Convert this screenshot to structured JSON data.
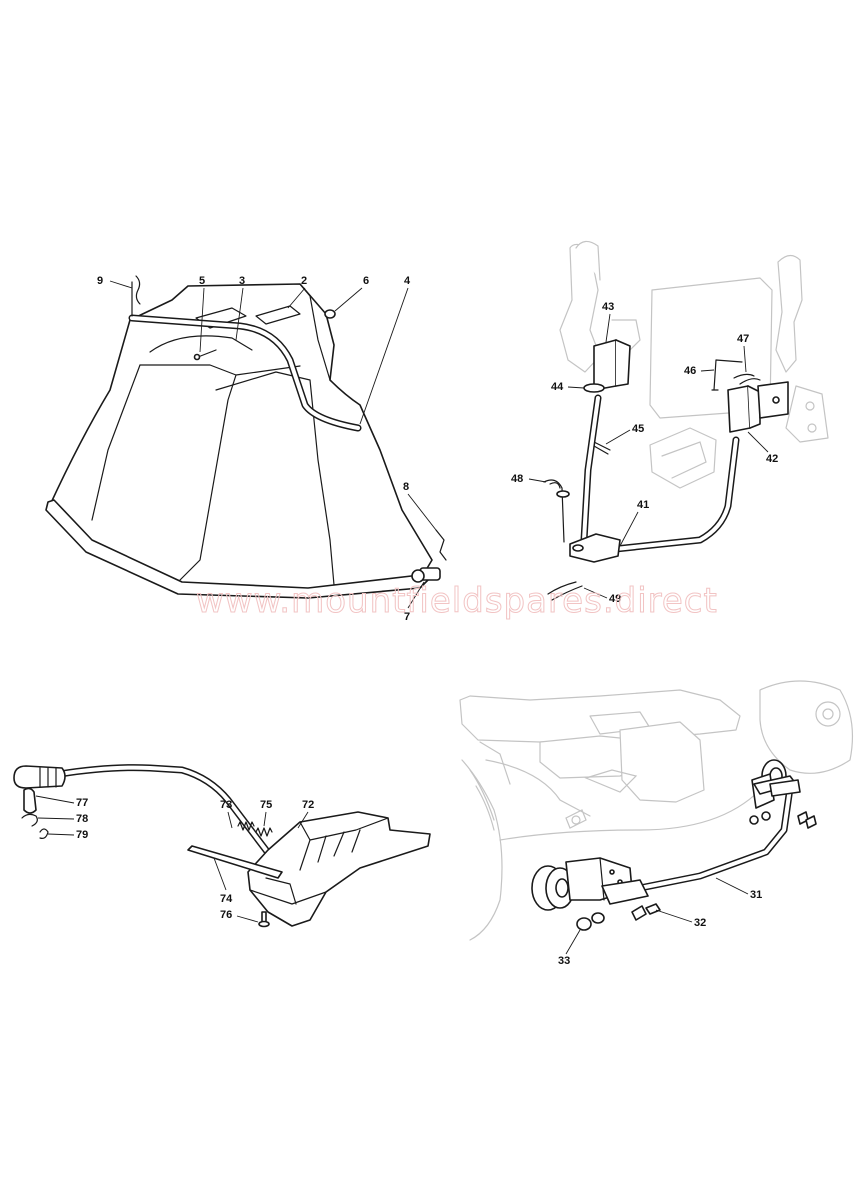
{
  "watermark": "www.mountfieldspares.direct",
  "callouts": {
    "grass_bag": [
      "9",
      "5",
      "3",
      "2",
      "6",
      "4",
      "8",
      "7"
    ],
    "mounting_bracket": [
      "43",
      "47",
      "44",
      "46",
      "45",
      "42",
      "48",
      "41",
      "49"
    ],
    "flap_control": [
      "73",
      "75",
      "72",
      "77",
      "78",
      "79",
      "74",
      "76"
    ],
    "wheel_axle": [
      "31",
      "32",
      "33"
    ]
  }
}
